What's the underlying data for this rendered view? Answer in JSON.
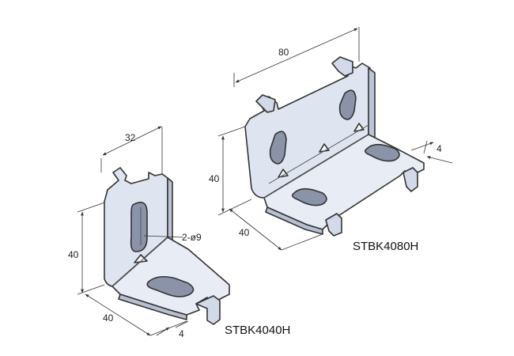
{
  "colors": {
    "face_light": "#e4e9f3",
    "face_mid": "#d2d9e8",
    "face_dark": "#b7c0d3",
    "hole_inner": "#8a93a8",
    "outline": "#333333"
  },
  "small_bracket": {
    "model": "STBK4040H",
    "dim_width": "32",
    "dim_height": "40",
    "dim_depth": "40",
    "dim_thickness": "4",
    "hole_label": "2-ø9"
  },
  "large_bracket": {
    "model": "STBK4080H",
    "dim_width": "80",
    "dim_height": "40",
    "dim_depth": "40",
    "dim_thickness": "4"
  }
}
